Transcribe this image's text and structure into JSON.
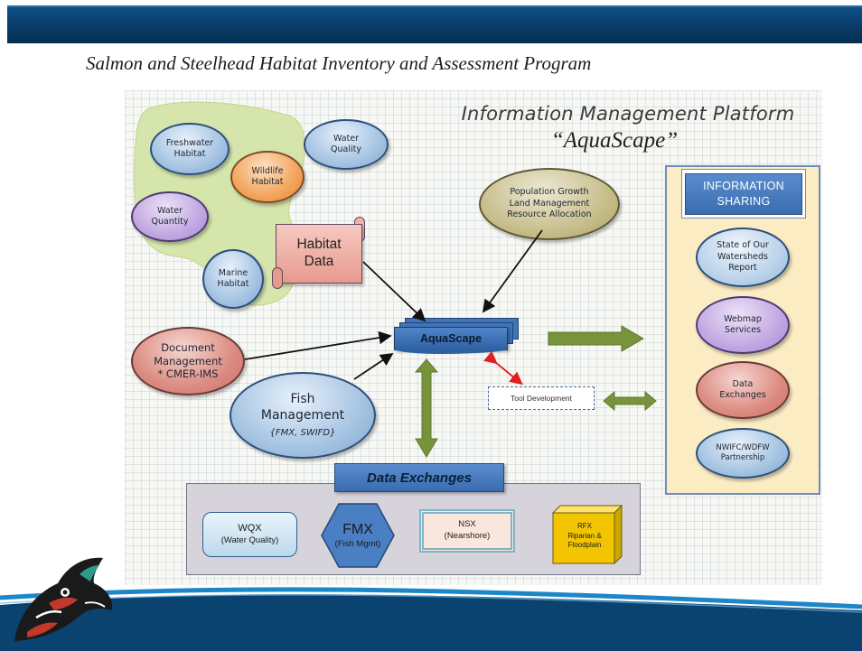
{
  "slide": {
    "title": "Salmon and Steelhead Habitat Inventory and Assessment Program",
    "header_color": "#0a4270"
  },
  "diagram": {
    "title": "Information Management Platform",
    "subtitle": "“AquaScape”",
    "habitat_cluster": {
      "fill_color": "#d5e5ac",
      "nodes": [
        {
          "id": "freshwater_habitat",
          "line1": "Freshwater",
          "line2": "Habitat",
          "color": "#a6c4e2"
        },
        {
          "id": "water_quality",
          "line1": "Water",
          "line2": "Quality",
          "color": "#a6c4e2"
        },
        {
          "id": "wildlife_habitat",
          "line1": "Wildlife",
          "line2": "Habitat",
          "color": "#f3a55d"
        },
        {
          "id": "water_quantity",
          "line1": "Water",
          "line2": "Quantity",
          "color": "#c2a8e2"
        },
        {
          "id": "marine_habitat",
          "line1": "Marine",
          "line2": "Habitat",
          "color": "#a6c4e2"
        }
      ]
    },
    "habitat_data": {
      "line1": "Habitat",
      "line2": "Data"
    },
    "population": {
      "line1": "Population Growth",
      "line2": "Land Management",
      "line3": "Resource Allocation"
    },
    "document_management": {
      "line1": "Document",
      "line2": "Management",
      "line3": "* CMER-IMS"
    },
    "fish_management": {
      "line1": "Fish",
      "line2": "Management",
      "line3": "{FMX, SWIFD}"
    },
    "aquascape": {
      "label": "AquaScape"
    },
    "tool_development": {
      "label": "Tool Development"
    },
    "information_sharing": {
      "header_line1": "INFORMATION",
      "header_line2": "SHARING",
      "items": [
        {
          "line1": "State of Our",
          "line2": "Watersheds",
          "line3": "Report",
          "color": "#bcd3ea"
        },
        {
          "line1": "Webmap",
          "line2": "Services",
          "line3": "",
          "color": "#c2a8e2"
        },
        {
          "line1": "Data",
          "line2": "Exchanges",
          "line3": "",
          "color": "#dc8c82"
        },
        {
          "line1": "NWIFC/WDFW",
          "line2": "Partnership",
          "line3": "",
          "color": "#a6c4e2"
        }
      ]
    },
    "data_exchanges": {
      "header": "Data Exchanges",
      "items": {
        "wqx": {
          "line1": "WQX",
          "line2": "(Water Quality)"
        },
        "fmx": {
          "line1": "FMX",
          "line2": "(Fish Mgmt)"
        },
        "nsx": {
          "line1": "NSX",
          "line2": "(Nearshore)"
        },
        "rfx": {
          "line1": "RFX",
          "line2": "Riparian &",
          "line3": "Floodplain"
        }
      }
    },
    "colors": {
      "arrow_green": "#77933c",
      "arrow_black": "#111111",
      "arrow_red": "#e02020",
      "panel_right_fill": "#fcecc3",
      "panel_bottom_fill": "#d6d4da",
      "accent_blue": "#3a6db0"
    }
  }
}
